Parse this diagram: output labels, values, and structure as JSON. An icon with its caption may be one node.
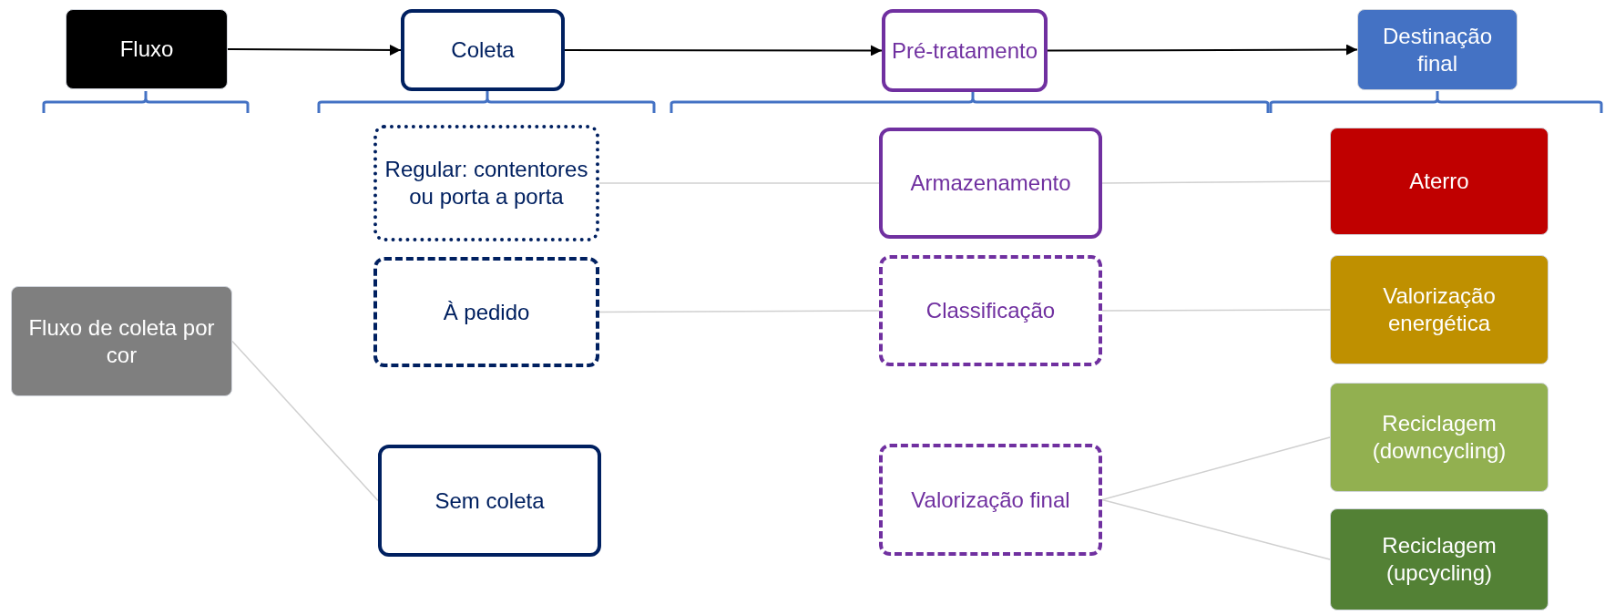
{
  "diagram": {
    "nodes": [
      {
        "text": [
          "Fluxo"
        ]
      },
      {
        "text": [
          "Coleta"
        ]
      },
      {
        "text": [
          "Pré-tratamento"
        ]
      },
      {
        "text": [
          "Destinação final"
        ]
      },
      {
        "text": [
          "Regular: contentores ou porta a porta"
        ]
      },
      {
        "text": [
          "À pedido"
        ]
      },
      {
        "text": [
          "Sem coleta"
        ]
      },
      {
        "text": [
          "Fluxo de coleta por cor"
        ]
      },
      {
        "text": [
          "Armazenamento"
        ]
      },
      {
        "text": [
          "Classificação"
        ]
      },
      {
        "text": [
          "Valorização final"
        ]
      },
      {
        "text": [
          "Aterro"
        ]
      },
      {
        "text": [
          "Valorização energética"
        ]
      },
      {
        "text": [
          "Reciclagem (downcycling)"
        ]
      },
      {
        "text": [
          "Reciclagem (upcycling)"
        ]
      }
    ],
    "edges": [
      {
        "from": 0,
        "to": 1,
        "arrow": "to",
        "color": "#000000"
      },
      {
        "from": 1,
        "to": 2,
        "arrow": "to",
        "color": "#000000"
      },
      {
        "from": 2,
        "to": 3,
        "arrow": "to",
        "color": "#000000"
      },
      {
        "from": 4,
        "to": 8,
        "arrow": "none"
      },
      {
        "from": 8,
        "to": 11,
        "arrow": "none"
      },
      {
        "from": 5,
        "to": 9,
        "arrow": "none"
      },
      {
        "from": 9,
        "to": 12,
        "arrow": "none"
      },
      {
        "from": 7,
        "to": 6,
        "arrow": "none"
      },
      {
        "from": 10,
        "to": 13,
        "arrow": "none"
      },
      {
        "from": 10,
        "to": 14,
        "arrow": "none"
      }
    ]
  }
}
